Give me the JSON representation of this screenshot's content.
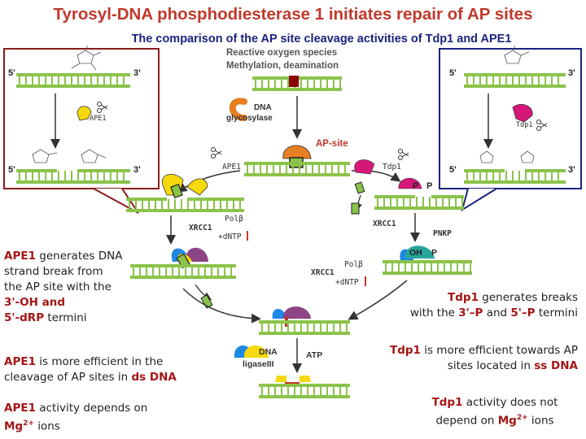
{
  "header": {
    "title": "Tyrosyl-DNA phosphodiesterase 1 initiates repair of AP sites",
    "subtitle": "The comparison of  the AP site cleavage activities of Tdp1 and APE1"
  },
  "diagram": {
    "ros_label": "Reactive oxygen species",
    "methylation_label": "Methylation, deamination",
    "glycosylase_label_1": "DNA",
    "glycosylase_label_2": "glycosylase",
    "ap_site_label": "AP-site",
    "ape1": "APE1",
    "tdp1": "Tdp1",
    "xrcc1": "XRCC1",
    "polb": "Polβ",
    "dntp": "+dNTP",
    "pnkp": "PNKP",
    "oh": "OH",
    "p": "P",
    "ligase_1": "DNA",
    "ligase_2": "ligaseIII",
    "atp": "ATP",
    "five_prime": "5'",
    "three_prime": "3'",
    "oh_label": "OH",
    "left_inset_5": "5'",
    "left_inset_3": "3'",
    "right_inset_5": "5'",
    "right_inset_3": "3'"
  },
  "text": {
    "ape1_gen_1": "APE1",
    "ape1_gen_2": " generates DNA",
    "ape1_gen_3": "strand break from",
    "ape1_gen_4": "the AP site with the",
    "ape1_gen_5": "3'-OH and",
    "ape1_gen_6": "5'-dRP",
    "ape1_gen_7": " termini",
    "ape1_eff_1": "APE1",
    "ape1_eff_2": " is more efficient in the",
    "ape1_eff_3": "cleavage of AP sites in ",
    "ape1_eff_4": "ds DNA",
    "ape1_mg_1": "APE1",
    "ape1_mg_2": " activity depends on",
    "ape1_mg_3": "Mg",
    "ape1_mg_4": "2+",
    "ape1_mg_5": " ions",
    "tdp1_gen_1": "Tdp1",
    "tdp1_gen_2": " generates breaks",
    "tdp1_gen_3": "with the ",
    "tdp1_gen_4": "3'–P",
    "tdp1_gen_5": " and ",
    "tdp1_gen_6": "5'–P",
    "tdp1_gen_7": " termini",
    "tdp1_eff_1": "Tdp1",
    "tdp1_eff_2": " is more efficient  towards AP",
    "tdp1_eff_3": "sites located in ",
    "tdp1_eff_4": "ss DNA",
    "tdp1_mg_1": "Tdp1",
    "tdp1_mg_2": " activity  does not",
    "tdp1_mg_3": "depend on  ",
    "tdp1_mg_4": "Mg",
    "tdp1_mg_5": "2+",
    "tdp1_mg_6": " ions"
  },
  "colors": {
    "dna": "#8bc34a",
    "ape1": "#f5d90a",
    "tdp1": "#d6177a",
    "glycosylase": "#e67e22",
    "xrcc1": "#1e88e5",
    "polb": "#8e4585",
    "pnkp": "#26a69a",
    "title": "#c0392b",
    "subtitle": "#1a237e"
  }
}
